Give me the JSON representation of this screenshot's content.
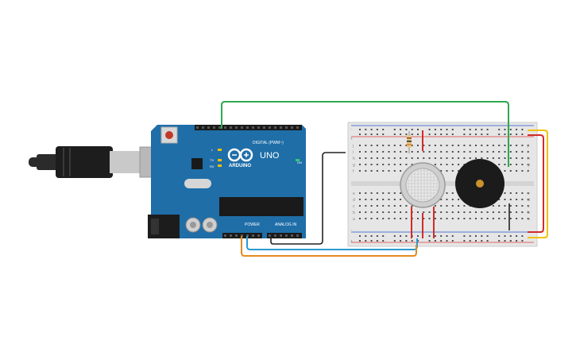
{
  "arduino": {
    "model": "UNO",
    "brand": "ARDUINO",
    "digital_header": "DIGITAL (PWM~)",
    "power_header": "POWER",
    "analog_header": "ANALOG IN",
    "on_label": "ON",
    "l_label": "L",
    "tx_label": "TX",
    "rx_label": "RX",
    "board_color": "#1f6ea8"
  },
  "breadboard": {
    "rows_top": [
      "j",
      "i",
      "h",
      "g",
      "f"
    ],
    "rows_bottom": [
      "e",
      "d",
      "c",
      "b",
      "a"
    ],
    "rail_minus": "-",
    "rail_plus": "+"
  },
  "wire_colors": {
    "green": "#2fa84f",
    "black": "#222222",
    "red": "#d42a2a",
    "yellow": "#f2c200",
    "blue": "#2a9bd1",
    "orange": "#e58a1f"
  }
}
